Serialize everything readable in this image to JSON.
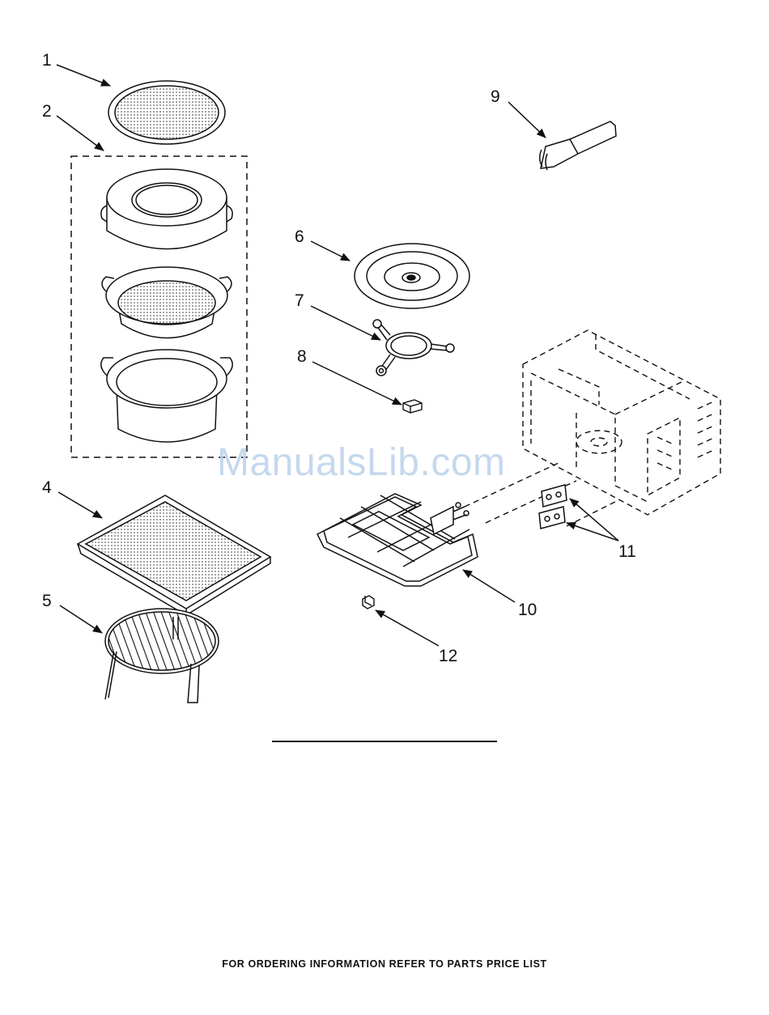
{
  "callouts": {
    "c1": "1",
    "c2": "2",
    "c4": "4",
    "c5": "5",
    "c6": "6",
    "c7": "7",
    "c8": "8",
    "c9": "9",
    "c10": "10",
    "c11": "11",
    "c12": "12"
  },
  "footer_text": "FOR ORDERING INFORMATION REFER TO PARTS PRICE LIST",
  "watermark": "ManualsLib.com",
  "colors": {
    "line": "#111111",
    "watermark": "#bcd2ea"
  }
}
